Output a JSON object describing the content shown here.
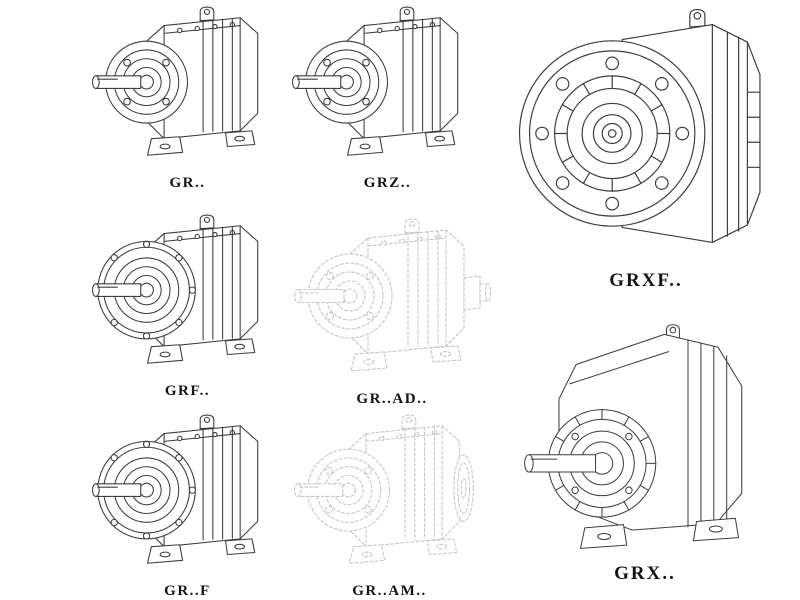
{
  "page": {
    "background_color": "#ffffff",
    "line_color": "#3d3d3d",
    "ghost_line_color": "#c5c5c5",
    "label_color": "#141414"
  },
  "figures": [
    {
      "label": "GR..",
      "line_style": "solid"
    },
    {
      "label": "GRZ..",
      "line_style": "solid"
    },
    {
      "label": "GRXF..",
      "line_style": "solid"
    },
    {
      "label": "GRF..",
      "line_style": "solid"
    },
    {
      "label": "GR..AD..",
      "line_style": "dashed-gray"
    },
    {
      "label": "GRX..",
      "line_style": "solid"
    },
    {
      "label": "GR..F",
      "line_style": "solid"
    },
    {
      "label": "GR..AM..",
      "line_style": "dashed-gray"
    }
  ]
}
